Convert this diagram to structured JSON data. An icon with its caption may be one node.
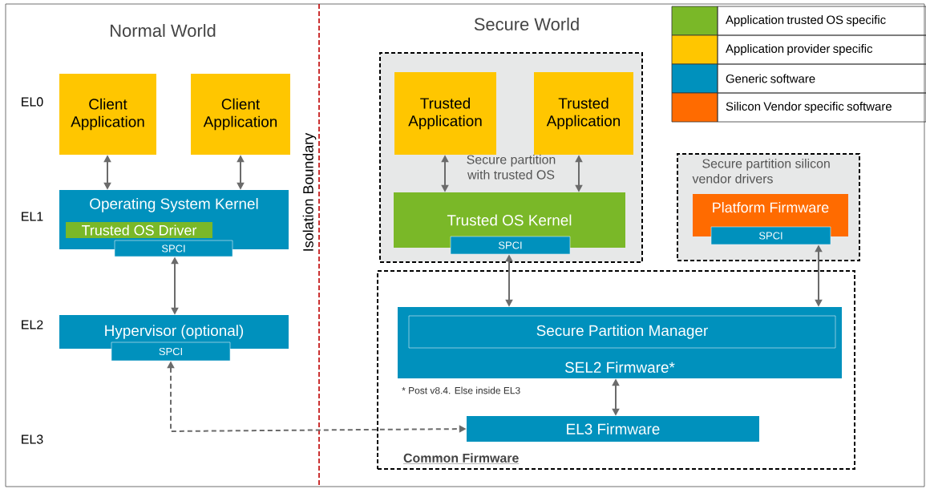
{
  "diagram": {
    "nodes": [
      {
        "text": [
          "Client Application"
        ]
      },
      {
        "text": [
          "Client Application"
        ]
      },
      {
        "text": [
          "Operating System Kernel"
        ]
      },
      {
        "text": [
          "Trusted OS Driver"
        ],
        "in": 2
      },
      {
        "text": [
          "SPCI"
        ]
      },
      {
        "text": [
          "Hypervisor (optional)"
        ]
      },
      {
        "text": [
          "SPCI"
        ]
      },
      {
        "text": [
          "Secure partition with trusted OS"
        ]
      },
      {
        "text": [
          "Trusted Application"
        ],
        "in": 7
      },
      {
        "text": [
          "Trusted Application"
        ],
        "in": 7
      },
      {
        "text": [
          "Trusted OS Kernel"
        ],
        "in": 7
      },
      {
        "text": [
          "SPCI"
        ],
        "in": 7
      },
      {
        "text": [
          "Secure partition silicon vendor drivers"
        ]
      },
      {
        "text": [
          "Platform Firmware"
        ],
        "in": 12
      },
      {
        "text": [
          "SPCI"
        ],
        "in": 12
      },
      {
        "text": [
          "**Common Firmware**"
        ]
      },
      {
        "text": [
          "SEL2 Firmware*"
        ],
        "in": 15
      },
      {
        "text": [
          "Secure Partition Manager"
        ],
        "in": 16
      },
      {
        "text": [
          "EL3 Firmware"
        ],
        "in": 15
      }
    ],
    "edges": [
      {
        "from": 0,
        "to": 2,
        "arrow": "both"
      },
      {
        "from": 1,
        "to": 2,
        "arrow": "both"
      },
      {
        "from": 4,
        "to": 5,
        "arrow": "both"
      },
      {
        "from": 6,
        "to": 18,
        "arrow": "both",
        "style": "dashed"
      },
      {
        "from": 8,
        "to": 10,
        "arrow": "both"
      },
      {
        "from": 9,
        "to": 10,
        "arrow": "both"
      },
      {
        "from": 11,
        "to": 16,
        "arrow": "both"
      },
      {
        "from": 14,
        "to": 16,
        "arrow": "both"
      },
      {
        "from": 16,
        "to": 18,
        "arrow": "both"
      }
    ],
    "labels": [
      "Normal World",
      "Secure World",
      "EL0",
      "EL1",
      "EL2",
      "EL3",
      "Isolation Boundary",
      "* Post v8.4. Else inside EL3"
    ],
    "legend": [
      {
        "text": "Application trusted OS specific",
        "color": "#7ab828"
      },
      {
        "text": "Application provider specific",
        "color": "#ffc600"
      },
      {
        "text": "Generic software",
        "color": "#0091bd"
      },
      {
        "text": "Silicon Vendor specific software",
        "color": "#ff6b00"
      }
    ]
  }
}
